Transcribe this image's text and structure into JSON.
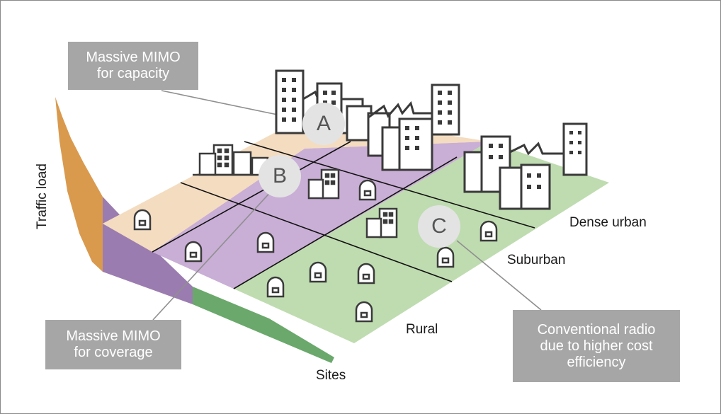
{
  "callouts": {
    "capacity": "Massive MIMO\nfor capacity",
    "coverage": "Massive MIMO\nfor coverage",
    "conventional": "Conventional radio\ndue to higher cost\nefficiency"
  },
  "axes": {
    "y_label": "Traffic load",
    "x_label": "Sites"
  },
  "zones": {
    "dense_urban": "Dense urban",
    "suburban": "Suburban",
    "rural": "Rural"
  },
  "markers": {
    "a": "A",
    "b": "B",
    "c": "C"
  },
  "colors": {
    "dense_urban": "#f4dcc0",
    "suburban": "#c9aed6",
    "rural": "#bfdcb0",
    "curve_orange": "#d99a4e",
    "curve_purple": "#9b7cb0",
    "curve_green": "#6aa86b",
    "callout_bg": "#a6a6a6",
    "icon_stroke": "#3a3a3a"
  }
}
